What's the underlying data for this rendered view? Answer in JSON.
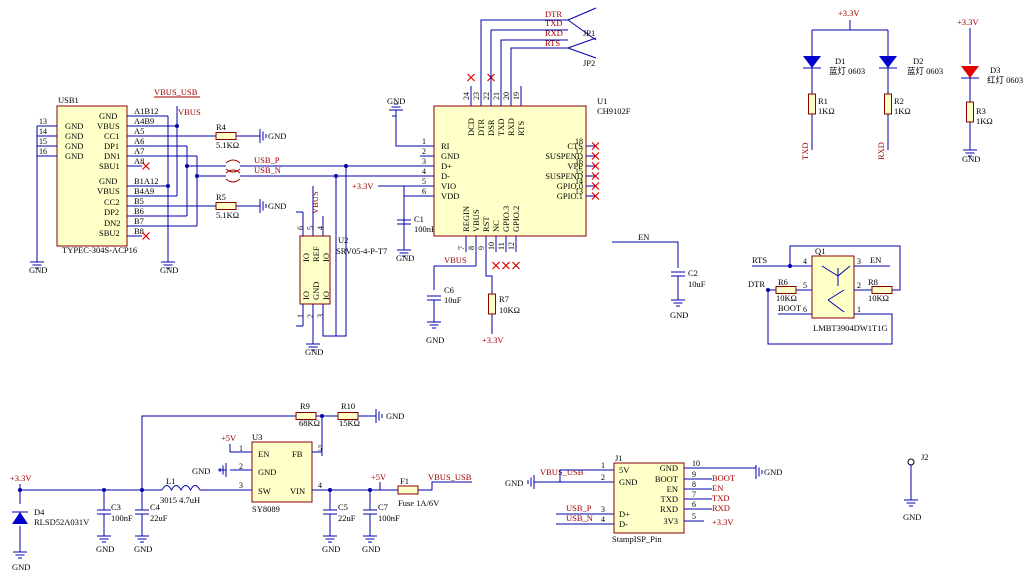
{
  "ground": "GND",
  "power": {
    "p33": "+3.3V",
    "p5": "+5V",
    "vbus": "VBUS",
    "vbus_usb": "VBUS_USB"
  },
  "usb1": {
    "ref": "USB1",
    "part": "TYPEC-304S-ACP16",
    "left_nums": [
      "13",
      "14",
      "15",
      "16"
    ],
    "left_labels": [
      "GND",
      "VBUS",
      "CC1",
      "DP1",
      "DN1",
      "SBU1"
    ],
    "left_labels2": [
      "GND",
      "GND",
      "GND",
      "GND"
    ],
    "pins": [
      "A1B12",
      "A4B9",
      "A5",
      "A6",
      "A7",
      "A8",
      "B1A12",
      "B4A9",
      "B5",
      "B6",
      "B7",
      "B8"
    ],
    "right_labels": [
      "GND",
      "VBUS",
      "CC2",
      "DP2",
      "DN2",
      "SBU2"
    ]
  },
  "res": {
    "r4": {
      "ref": "R4",
      "val": "5.1KΩ"
    },
    "r5": {
      "ref": "R5",
      "val": "5.1KΩ"
    },
    "r1": {
      "ref": "R1",
      "val": "1KΩ"
    },
    "r2": {
      "ref": "R2",
      "val": "1KΩ"
    },
    "r3": {
      "ref": "R3",
      "val": "1KΩ"
    },
    "r6": {
      "ref": "R6",
      "val": "10KΩ"
    },
    "r7": {
      "ref": "R7",
      "val": "10KΩ"
    },
    "r8": {
      "ref": "R8",
      "val": "10KΩ"
    },
    "r9": {
      "ref": "R9",
      "val": "68KΩ"
    },
    "r10": {
      "ref": "R10",
      "val": "15KΩ"
    }
  },
  "nets": {
    "usb_p": "USB_P",
    "usb_n": "USB_N",
    "en": "EN",
    "rts": "RTS",
    "dtr": "DTR",
    "boot": "BOOT",
    "txd": "TXD",
    "rxd": "RXD"
  },
  "u1": {
    "ref": "U1",
    "part": "CH9102F",
    "left": [
      {
        "n": "1",
        "l": "RI"
      },
      {
        "n": "2",
        "l": "GND"
      },
      {
        "n": "3",
        "l": "D+"
      },
      {
        "n": "4",
        "l": "D-"
      },
      {
        "n": "5",
        "l": "VIO"
      },
      {
        "n": "6",
        "l": "VDD"
      }
    ],
    "right": [
      {
        "n": "18",
        "l": "CTS"
      },
      {
        "n": "17",
        "l": "SUSPEND"
      },
      {
        "n": "16",
        "l": "VPP"
      },
      {
        "n": "15",
        "l": "SUSPEND"
      },
      {
        "n": "14",
        "l": "GPIO.0"
      },
      {
        "n": "13",
        "l": "GPIO.1"
      }
    ],
    "top": [
      {
        "n": "24",
        "l": "DCD"
      },
      {
        "n": "23",
        "l": "DTR"
      },
      {
        "n": "22",
        "l": "DSR"
      },
      {
        "n": "21",
        "l": "TXD"
      },
      {
        "n": "20",
        "l": "RXD"
      },
      {
        "n": "19",
        "l": "RTS"
      }
    ],
    "bottom": [
      {
        "n": "7",
        "l": "REGIN"
      },
      {
        "n": "8",
        "l": "VBUS"
      },
      {
        "n": "9",
        "l": "RST"
      },
      {
        "n": "10",
        "l": "NC"
      },
      {
        "n": "11",
        "l": "GPIO.3"
      },
      {
        "n": "12",
        "l": "GPIO.2"
      }
    ]
  },
  "u1_top_nets": [
    "DTR",
    "TXD",
    "RXD",
    "RTS"
  ],
  "jp": {
    "jp1": "JP1",
    "jp2": "JP2"
  },
  "caps": {
    "c1": {
      "ref": "C1",
      "val": "100nF"
    },
    "c2": {
      "ref": "C2",
      "val": "10uF"
    },
    "c3": {
      "ref": "C3",
      "val": "100nF"
    },
    "c4": {
      "ref": "C4",
      "val": "22uF"
    },
    "c5": {
      "ref": "C5",
      "val": "22uF"
    },
    "c6": {
      "ref": "C6",
      "val": "10uF"
    },
    "c7": {
      "ref": "C7",
      "val": "100nF"
    }
  },
  "u2": {
    "ref": "U2",
    "part": "SRV05-4-P-T7",
    "top": [
      "IO",
      "REF",
      "IO"
    ],
    "bottom": [
      "IO",
      "GND",
      "IO"
    ],
    "nums_top": [
      "6",
      "5",
      "4"
    ],
    "nums_bot": [
      "1",
      "2",
      "3"
    ]
  },
  "leds": {
    "d1": {
      "ref": "D1",
      "val": "蓝灯 0603"
    },
    "d2": {
      "ref": "D2",
      "val": "蓝灯 0603"
    },
    "d3": {
      "ref": "D3",
      "val": "红灯 0603"
    }
  },
  "q1": {
    "ref": "Q1",
    "part": "LMBT3904DW1T1G",
    "nums": [
      "4",
      "5",
      "6",
      "3",
      "2",
      "1"
    ]
  },
  "u3": {
    "ref": "U3",
    "part": "SY8089",
    "labels": [
      "EN",
      "GND",
      "SW",
      "FB",
      "VIN"
    ],
    "nums": [
      "1",
      "2",
      "3",
      "5",
      "4"
    ]
  },
  "l1": {
    "ref": "L1",
    "val": "3015 4.7uH"
  },
  "d4": {
    "ref": "D4",
    "val": "RLSD52A031V"
  },
  "f1": {
    "ref": "F1",
    "val": "Fuse 1A/6V"
  },
  "j1": {
    "ref": "J1",
    "part": "StampISP_Pin",
    "left": [
      {
        "n": "1",
        "l": "5V"
      },
      {
        "n": "2",
        "l": "GND"
      },
      {
        "n": "3",
        "l": "D+"
      },
      {
        "n": "4",
        "l": "D-"
      }
    ],
    "right": [
      {
        "n": "10",
        "l": "GND"
      },
      {
        "n": "9",
        "l": "BOOT"
      },
      {
        "n": "8",
        "l": "EN"
      },
      {
        "n": "7",
        "l": "TXD"
      },
      {
        "n": "6",
        "l": "RXD"
      },
      {
        "n": "5",
        "l": "3V3"
      }
    ]
  },
  "j2": {
    "ref": "J2"
  }
}
